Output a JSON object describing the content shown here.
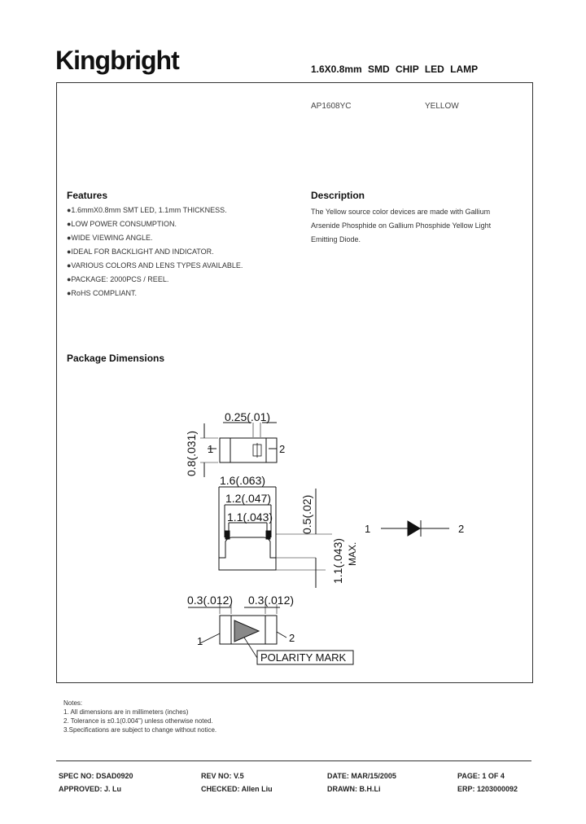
{
  "header": {
    "logo": "Kingbright",
    "title": "1.6X0.8mm SMD CHIP LED LAMP"
  },
  "part": {
    "number": "AP1608YC",
    "color": "YELLOW"
  },
  "features": {
    "heading": "Features",
    "items": [
      "●1.6mmX0.8mm SMT LED, 1.1mm THICKNESS.",
      "●LOW POWER CONSUMPTION.",
      "●WIDE VIEWING ANGLE.",
      "●IDEAL FOR BACKLIGHT AND INDICATOR.",
      "●VARIOUS COLORS AND LENS TYPES AVAILABLE.",
      "●PACKAGE: 2000PCS / REEL.",
      "●RoHS COMPLIANT."
    ]
  },
  "description": {
    "heading": "Description",
    "text": "The Yellow source color devices are made with Gallium Arsenide Phosphide on Gallium Phosphide Yellow Light Emitting Diode."
  },
  "package": {
    "heading": "Package Dimensions",
    "dims": {
      "d025": "0.25(.01)",
      "d08": "0.8(.031)",
      "d16": "1.6(.063)",
      "d12": "1.2(.047)",
      "d11": "1.1(.043)",
      "d05": "0.5(.02)",
      "d11max": "1.1(.043)",
      "max": "MAX.",
      "d03a": "0.3(.012)",
      "d03b": "0.3(.012)",
      "pin1": "1",
      "pin2": "2",
      "polarity": "POLARITY MARK"
    }
  },
  "notes": {
    "title": "Notes:",
    "items": [
      "1. All dimensions are in millimeters (inches)",
      "2. Tolerance is ±0.1(0.004\") unless otherwise noted.",
      "3.Specifications are subject to change without notice."
    ]
  },
  "footer": {
    "spec_no": "SPEC NO: DSAD0920",
    "rev_no": "REV NO: V.5",
    "date": "DATE: MAR/15/2005",
    "page": "PAGE: 1 OF 4",
    "approved": "APPROVED: J. Lu",
    "checked": "CHECKED: Allen Liu",
    "drawn": "DRAWN: B.H.Li",
    "erp": "ERP: 1203000092"
  }
}
